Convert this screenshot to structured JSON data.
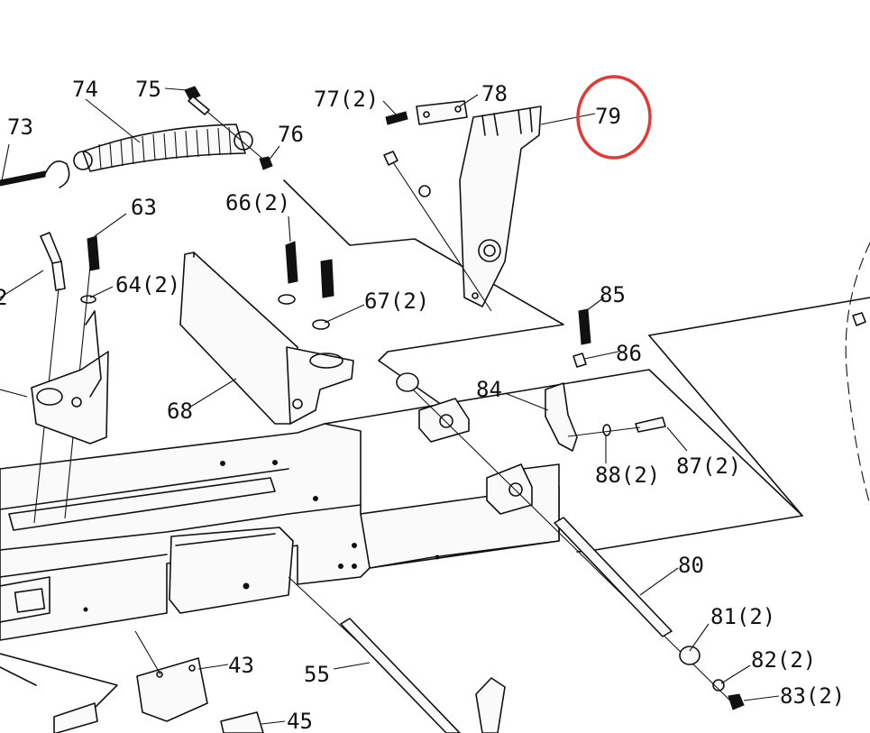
{
  "diagram": {
    "type": "exploded-parts-diagram",
    "highlight_color": "#e53935",
    "highlighted_label": "79",
    "labels": {
      "p73": "73",
      "p74": "74",
      "p75": "75",
      "p76": "76",
      "p77": "77(2)",
      "p78": "78",
      "p79": "79",
      "p63": "63",
      "p66": "66(2)",
      "p64": "64(2)",
      "p67": "67(2)",
      "p68": "68",
      "p85": "85",
      "p86": "86",
      "p84": "84",
      "p88": "88(2)",
      "p87": "87(2)",
      "p80": "80",
      "p81": "81(2)",
      "p82": "82(2)",
      "p83": "83(2)",
      "p43": "43",
      "p55": "55",
      "p45": "45",
      "p2": "2"
    }
  }
}
